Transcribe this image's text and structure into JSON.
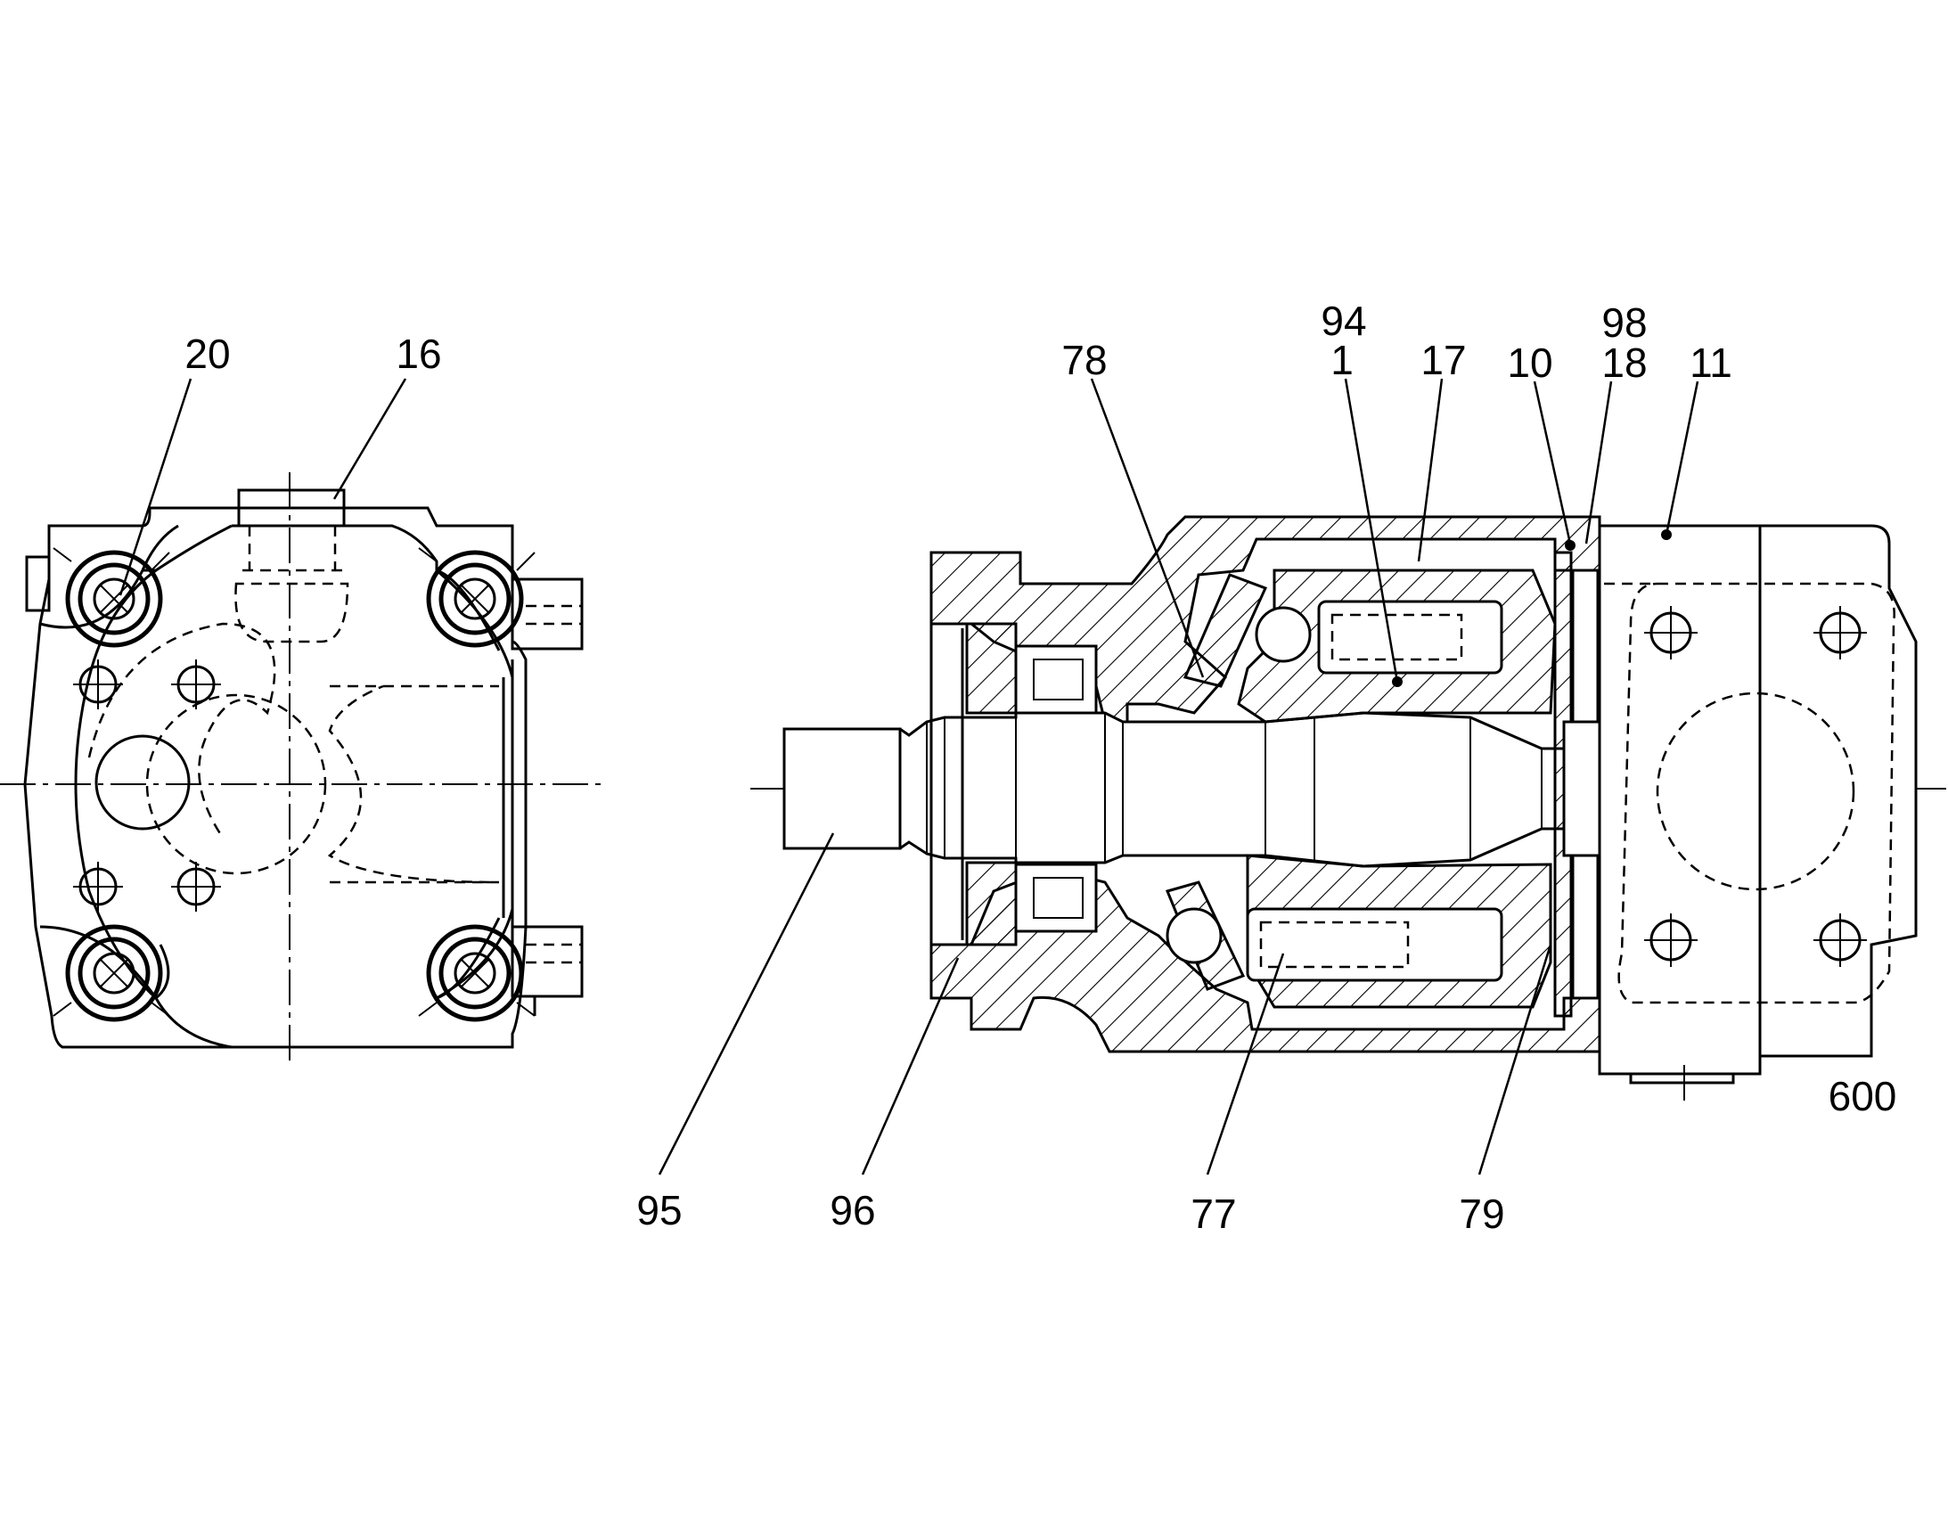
{
  "diagram": {
    "labels": {
      "l20": "20",
      "l16": "16",
      "l78": "78",
      "l94": "94",
      "l1": "1",
      "l17": "17",
      "l10": "10",
      "l98": "98",
      "l18": "18",
      "l11": "11",
      "l600": "600",
      "l95": "95",
      "l96": "96",
      "l77": "77",
      "l79": "79"
    }
  }
}
